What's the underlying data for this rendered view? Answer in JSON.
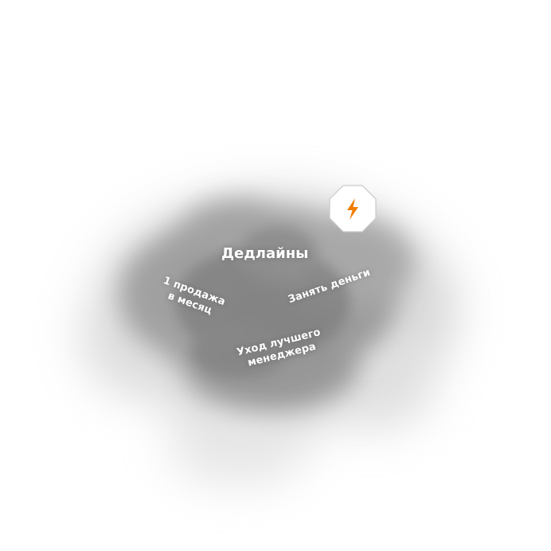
{
  "cloud": {
    "title": "Дедлайны",
    "items": [
      {
        "lines": [
          "1 продажа",
          "в месяц"
        ]
      },
      {
        "lines": [
          "Занять деньги"
        ]
      },
      {
        "lines": [
          "Уход лучшего",
          "менеджера"
        ]
      }
    ]
  },
  "badge": {
    "icon": "lightning-icon",
    "color": "#f07d00"
  },
  "colors": {
    "background": "#ffffff",
    "cloud": "#8a8a8a",
    "text": "#ffffff"
  }
}
